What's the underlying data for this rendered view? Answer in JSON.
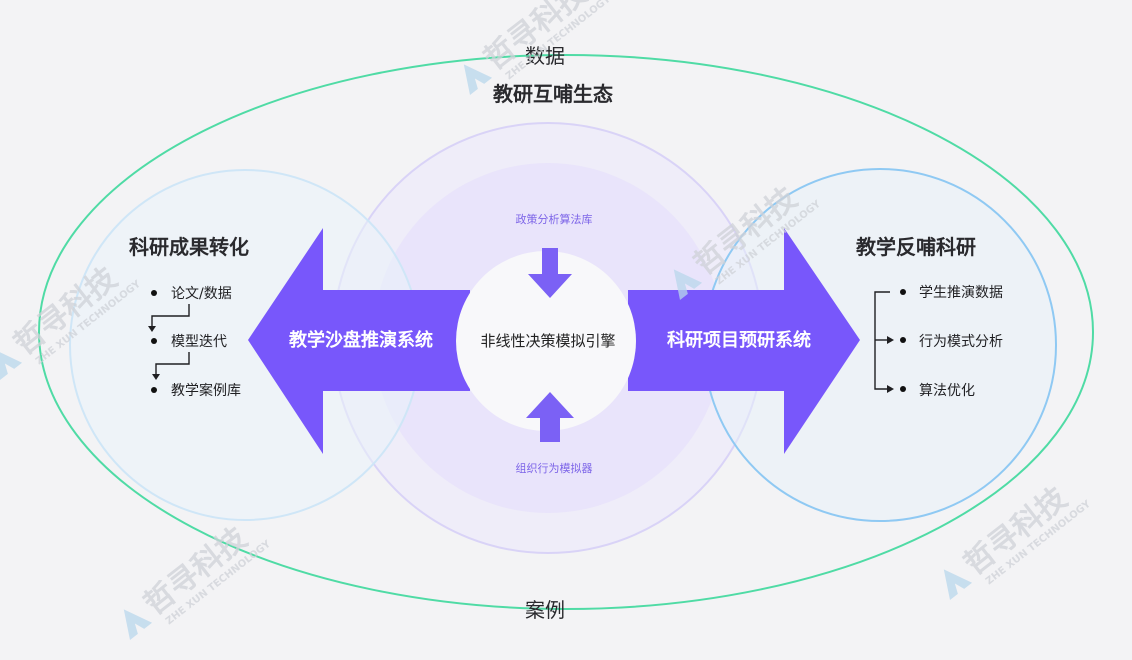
{
  "outer_labels": {
    "top": "数据",
    "bottom": "案例",
    "ecosystem_title": "教研互哺生态"
  },
  "left_circle": {
    "title": "科研成果转化",
    "items": [
      "论文/数据",
      "模型迭代",
      "教学案例库"
    ]
  },
  "right_circle": {
    "title": "教学反哺科研",
    "items": [
      "学生推演数据",
      "行为模式分析",
      "算法优化"
    ]
  },
  "center": {
    "core": "非线性决策模拟引擎",
    "top_input": "政策分析算法库",
    "bottom_input": "组织行为模拟器"
  },
  "arrows": {
    "left": "教学沙盘推演系统",
    "right": "科研项目预研系统"
  },
  "watermark": {
    "brand": "哲寻科技",
    "tagline": "ZHE XUN TECHNOLOGY"
  },
  "colors": {
    "background": "#f3f3f5",
    "outer_ellipse": "#4fdba5",
    "left_circle_stroke": "#cfe6f7",
    "right_circle_stroke": "#8fc9f3",
    "center_circle_stroke": "#d9d3f7",
    "center_fill": "#ebe7fb",
    "arrow_fill": "#7857fb",
    "small_arrow_fill": "#7b61f5",
    "caption_purple": "#7d65e8",
    "watermark": "#cfd2d8",
    "watermark_logo": "#b9d7ec"
  }
}
